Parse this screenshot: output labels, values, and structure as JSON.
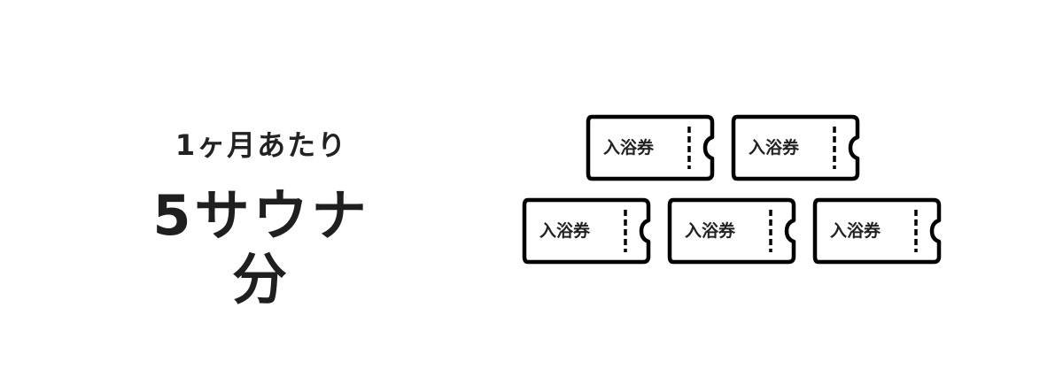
{
  "caption": {
    "subtitle": "1ヶ月あたり",
    "headline": "5サウナ分"
  },
  "tickets": [
    {
      "label": "入浴券",
      "row": 1,
      "position": 1
    },
    {
      "label": "入浴券",
      "row": 1,
      "position": 2
    },
    {
      "label": "入浴券",
      "row": 2,
      "position": 1
    },
    {
      "label": "入浴券",
      "row": 2,
      "position": 2
    },
    {
      "label": "入浴券",
      "row": 2,
      "position": 3
    }
  ],
  "colors": {
    "stroke": "#000000",
    "text": "#1f1f1f",
    "background": "#ffffff"
  },
  "icons": {
    "ticket": "bath-ticket-icon"
  }
}
